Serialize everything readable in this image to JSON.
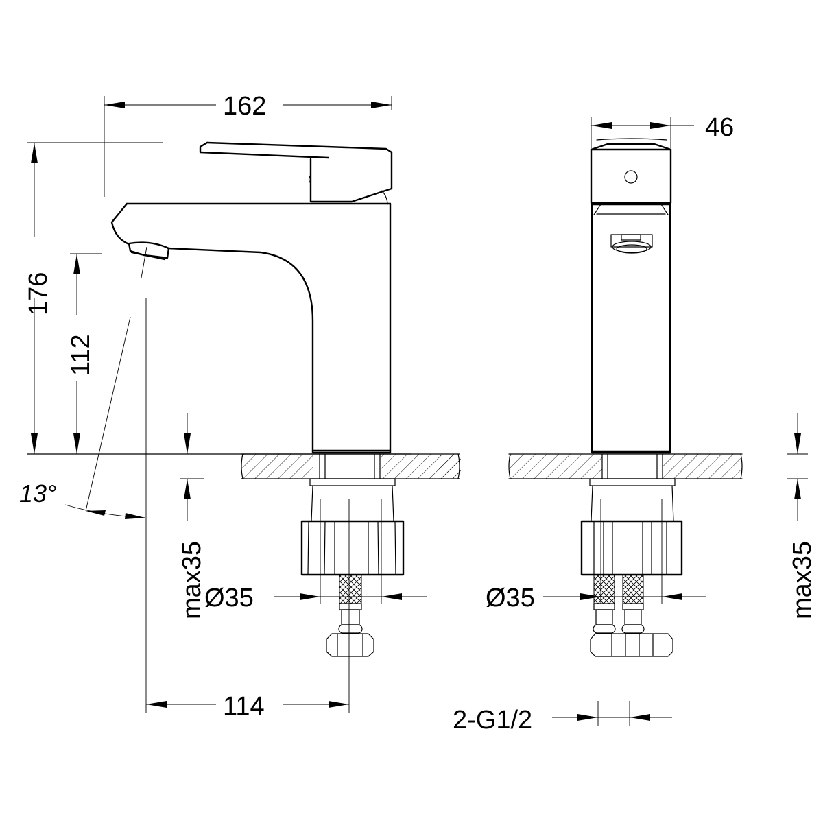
{
  "drawing": {
    "title": "Basin mixer tap - technical dimension drawing",
    "views": [
      "side-view",
      "front-view"
    ],
    "line_color": "#000000",
    "background": "#ffffff"
  },
  "dimensions": {
    "overall_length": "162",
    "overall_height": "176",
    "spout_height": "112",
    "angle": "13°",
    "reach": "114",
    "countertop_max_thickness_left": "max35",
    "countertop_max_thickness_right": "max35",
    "hole_diameter_left": "Ø35",
    "hole_diameter_right": "Ø35",
    "body_width": "46",
    "connections": "2-G1/2"
  }
}
